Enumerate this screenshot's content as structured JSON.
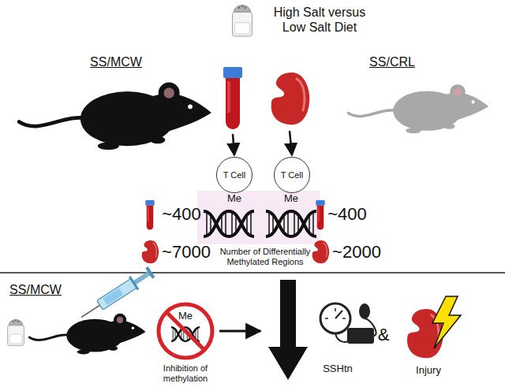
{
  "diagram": {
    "nodes": [
      {
        "text": [
          "T Cell"
        ]
      },
      {
        "text": [
          "T Cell"
        ]
      }
    ],
    "labels": [
      "High Salt versus Low Salt Diet",
      "SS/MCW",
      "SS/CRL",
      "Me",
      "Me",
      "~400",
      "~7000",
      "Number of Differentially Methylated Regions",
      "~400",
      "~2000",
      "SS/MCW",
      "Me",
      "Inhibition of methylation",
      "SSHtn",
      "&",
      "Injury"
    ]
  }
}
